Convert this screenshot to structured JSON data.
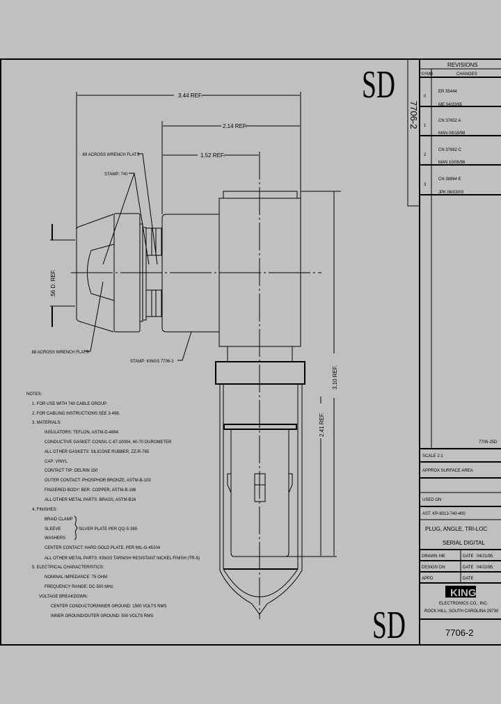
{
  "stamp_sd": "SD",
  "drawing_number_vertical": "7706-2",
  "dimensions": {
    "overall": "3.44 REF.",
    "body": "2.14 REF.",
    "center": "1.52 REF.",
    "diameter": ".56 D. REF.",
    "height_inner": "2.41 REF.",
    "height_overall": "3.10 REF."
  },
  "callouts": {
    "wrench_flats_small": ".69 ACROSS WRENCH FLATS",
    "stamp_740": "STAMP: 740",
    "wrench_flats_large": ".88 ACROSS WRENCH FLATS",
    "stamp_kings": "STAMP: KINGS 7706-2"
  },
  "notes": {
    "heading": "NOTES:",
    "lines": [
      "1. FOR USE WITH 740 CABLE GROUP.",
      "2. FOR CABLING INSTRUCTIONS SEE 3-498.",
      "3. MATERIALS:",
      "INSULATORS: TEFLON, ASTM-D-4894",
      "CONDUCTIVE GASKET: CONSIL C 87-10004, 60-70 DUROMETER",
      "ALL OTHER GASKETS: SILICONE RUBBER, ZZ-R-765",
      "CAP: VINYL",
      "CONTACT TIP: DELRIN 150",
      "OUTER CONTACT: PHOSPHOR BRONZE, ASTM-B-103",
      "FINGERED BODY: BER. COPPER, ASTM-B-196",
      "ALL OTHER METAL PARTS: BRASS, ASTM-B16",
      "4. FINISHES:",
      "BRAID CLAMP",
      "SLEEVE",
      "WASHERS",
      "CENTER CONTACT: HARD GOLD PLATE, PER MIL-G-45204",
      "ALL OTHER METAL PARTS: KINGS TARNISH RESISTANT NICKEL FINISH (TR-5)",
      "5. ELECTRICAL CHARACTERISTICS:",
      "NOMINAL IMPEDANCE: 75 OHM",
      "FREQUENCY RANGE: DC-500 MHz",
      "VOLTAGE BREAKDOWN:",
      "CENTER CONDUCTOR/INNER GROUND: 1500 VOLTS RMS",
      "INNER GROUND/OUTER GROUND: 500 VOLTS RMS"
    ],
    "silver_plate": "SILVER PLATE PER QQ-S-365"
  },
  "revisions": {
    "title": "REVISIONS",
    "col_sym": "SYMB",
    "col_changes": "CHANGES",
    "rows": [
      {
        "sym": "0",
        "line1": "ER 35444",
        "line2": "ME 04/20/95"
      },
      {
        "sym": "1",
        "line1": "CN 37652 A",
        "line2": "MAN 08/18/98"
      },
      {
        "sym": "2",
        "line1": "CN 37692 C",
        "line2": "MAN 10/05/98"
      },
      {
        "sym": "3",
        "line1": "CN 38864 E",
        "line2": "JPK 06/03/03"
      }
    ]
  },
  "title_block": {
    "ref_number": "7706-25D",
    "scale": "SCALE 2:1",
    "surface_area": "APPROX SURFACE AREA",
    "used_on": "USED ON",
    "assembly": "AST. KP-8013-740-400",
    "title_line1": "PLUG, ANGLE, TRI-LOC",
    "title_line2": "SERIAL DIGITAL",
    "drawn_label": "DRAWN",
    "drawn_by": "ME",
    "drawn_date_label": "DATE",
    "drawn_date": "04/21/95",
    "design_label": "DESIGN",
    "design_by": "DN",
    "design_date_label": "DATE",
    "design_date": "04/22/95",
    "appd_label": "APPD",
    "appd_date_label": "DATE",
    "company_logo": "KINGS",
    "company_name": "ELECTRONICS CO., INC.",
    "company_address": "ROCK HILL, SOUTH CAROLINA 29730",
    "drawing_number": "7706-2"
  }
}
